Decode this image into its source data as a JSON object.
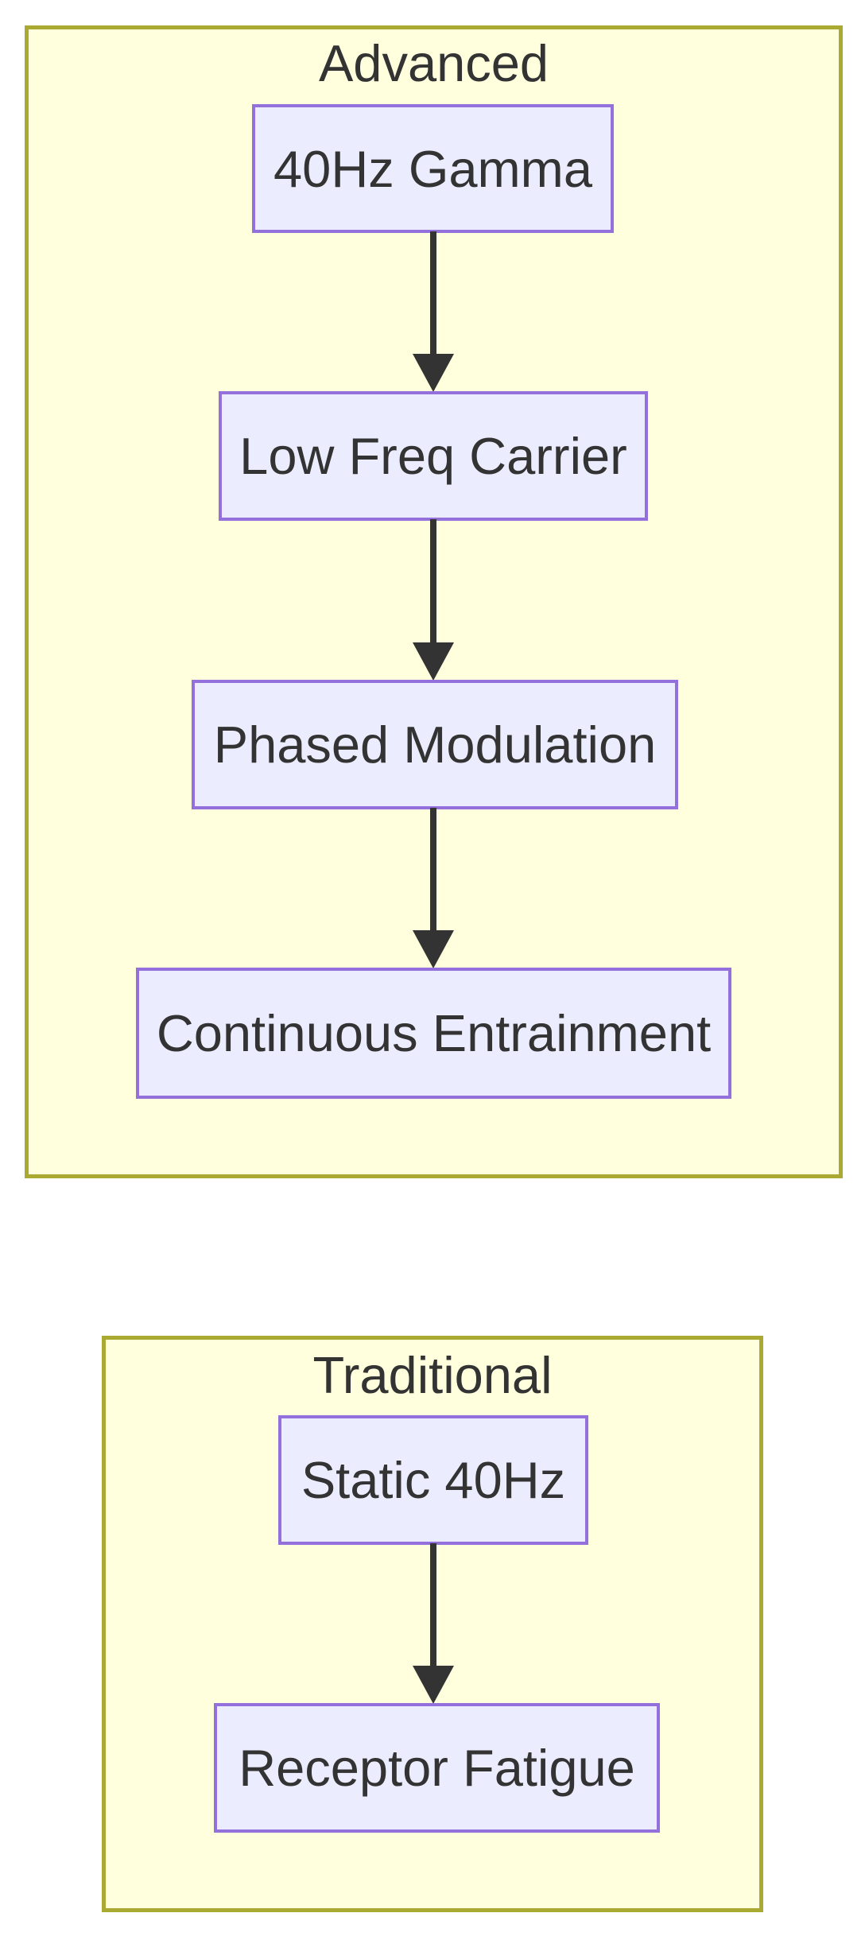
{
  "diagram": {
    "type": "flowchart",
    "direction": "top-down",
    "subgraphs": [
      {
        "title": "Advanced",
        "nodes": [
          {
            "label": "40Hz Gamma"
          },
          {
            "label": "Low Freq Carrier"
          },
          {
            "label": "Phased Modulation"
          },
          {
            "label": "Continuous Entrainment"
          }
        ],
        "edges": [
          {
            "from": "40Hz Gamma",
            "to": "Low Freq Carrier"
          },
          {
            "from": "Low Freq Carrier",
            "to": "Phased Modulation"
          },
          {
            "from": "Phased Modulation",
            "to": "Continuous Entrainment"
          }
        ]
      },
      {
        "title": "Traditional",
        "nodes": [
          {
            "label": "Static 40Hz"
          },
          {
            "label": "Receptor Fatigue"
          }
        ],
        "edges": [
          {
            "from": "Static 40Hz",
            "to": "Receptor Fatigue"
          }
        ]
      }
    ],
    "colors": {
      "node_fill": "#ececff",
      "node_border": "#9370db",
      "subgraph_fill": "#ffffde",
      "subgraph_border": "#aaaa33",
      "edge": "#333333",
      "text": "#333333",
      "page_background": "#ffffff"
    }
  }
}
